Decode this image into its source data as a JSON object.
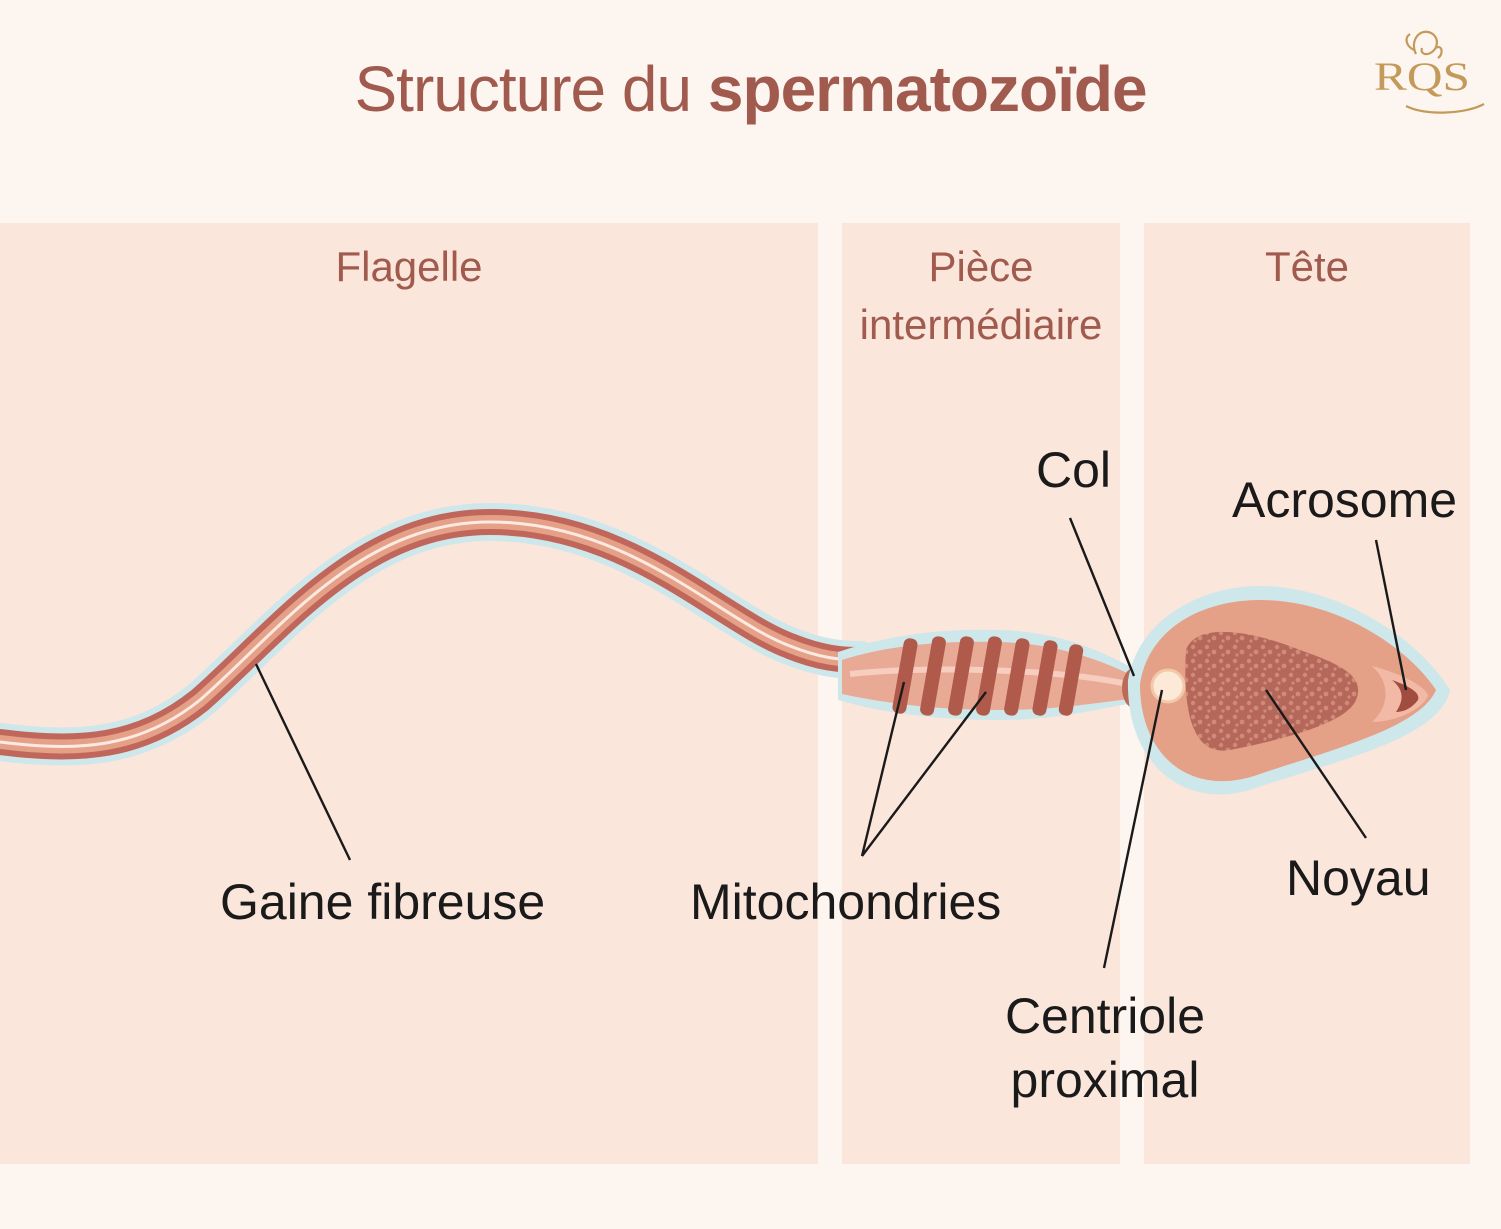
{
  "title": {
    "regular": "Structure du ",
    "bold": "spermatozoïde"
  },
  "logo": {
    "text": "RQS"
  },
  "sections": {
    "flagelle": "Flagelle",
    "piece_line1": "Pièce",
    "piece_line2": "intermédiaire",
    "tete": "Tête"
  },
  "labels": {
    "gaine": "Gaine fibreuse",
    "mitochondries": "Mitochondries",
    "col": "Col",
    "centriole_line1": "Centriole",
    "centriole_line2": "proximal",
    "acrosome": "Acrosome",
    "noyau": "Noyau"
  },
  "colors": {
    "background": "#fdf5f0",
    "panel": "#fbe6dc",
    "heading": "#a05a4e",
    "cell_body": "#e4a187",
    "cell_dark": "#b55d4e",
    "membrane": "#cde7ea",
    "logo_gold": "#c39a5a"
  }
}
